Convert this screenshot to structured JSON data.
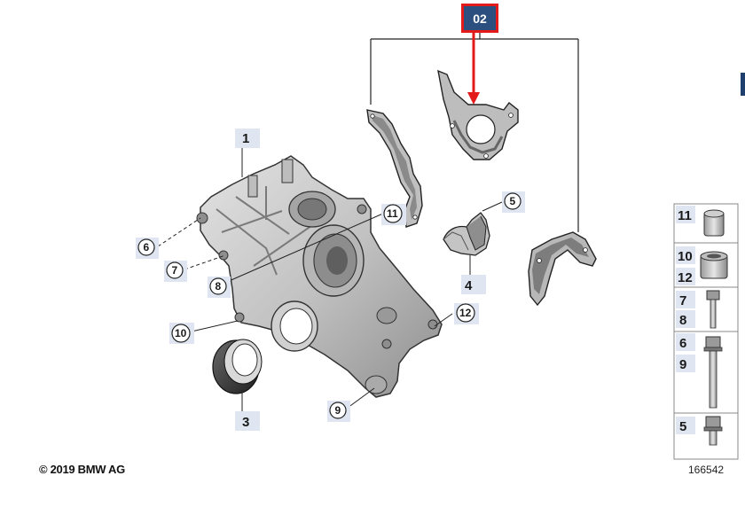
{
  "selected_group": {
    "label": "02",
    "highlight_color": "#e21a1a",
    "fill_color": "#2b4f7e"
  },
  "callouts": {
    "plain": [
      {
        "label": "1"
      },
      {
        "label": "3"
      },
      {
        "label": "4"
      }
    ],
    "circled": [
      {
        "label": "5"
      },
      {
        "label": "6"
      },
      {
        "label": "7"
      },
      {
        "label": "8"
      },
      {
        "label": "9"
      },
      {
        "label": "10"
      },
      {
        "label": "11"
      },
      {
        "label": "12"
      }
    ]
  },
  "legend": [
    {
      "labels": [
        "11"
      ]
    },
    {
      "labels": [
        "10",
        "12"
      ]
    },
    {
      "labels": [
        "7",
        "8"
      ]
    },
    {
      "labels": [
        "6",
        "9"
      ]
    },
    {
      "labels": [
        "5"
      ]
    }
  ],
  "footer": {
    "copyright": "© 2019 BMW AG",
    "diagram_id": "166542"
  },
  "colors": {
    "tag_bg": "#dfe6f1",
    "part_fill": "#c9c9c9",
    "part_dark": "#555555",
    "line": "#333333"
  }
}
